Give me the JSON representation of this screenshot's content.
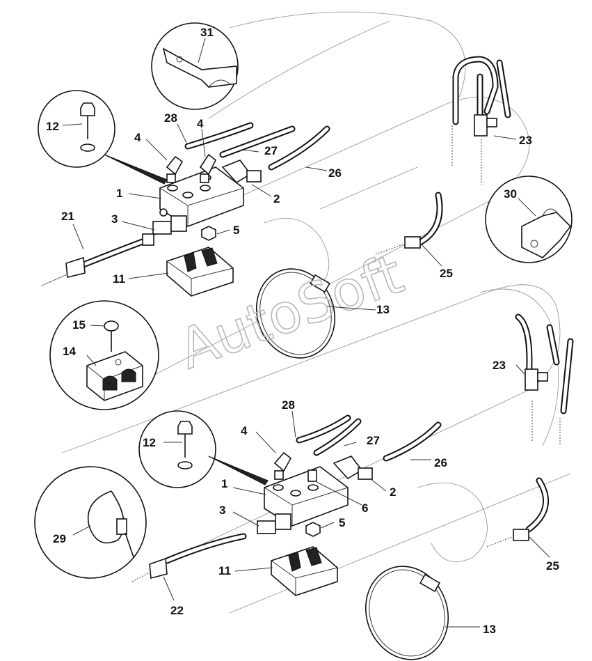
{
  "diagram": {
    "watermark": "AutoSoft",
    "callouts": {
      "upper": [
        "31",
        "12",
        "28",
        "4",
        "4",
        "27",
        "26",
        "1",
        "2",
        "21",
        "3",
        "5",
        "11",
        "23",
        "30",
        "25",
        "13",
        "15",
        "14"
      ],
      "lower": [
        "23",
        "28",
        "4",
        "27",
        "26",
        "12",
        "1",
        "2",
        "6",
        "3",
        "5",
        "29",
        "11",
        "25",
        "22",
        "13"
      ]
    }
  }
}
